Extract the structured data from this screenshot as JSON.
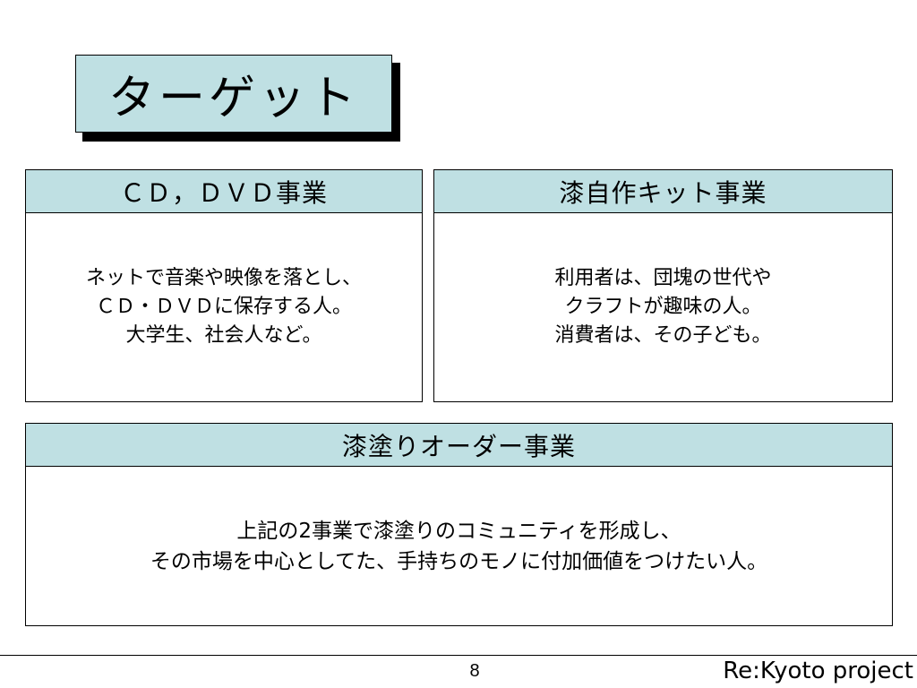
{
  "slide": {
    "title": "ターゲット",
    "page_number": "8",
    "brand": "Re:Kyoto project"
  },
  "panels": {
    "cd_dvd": {
      "header": "ＣＤ，ＤＶＤ事業",
      "lines": [
        "ネットで音楽や映像を落とし、",
        "ＣＤ・ＤＶＤに保存する人。",
        "大学生、社会人など。"
      ]
    },
    "urushi_kit": {
      "header": "漆自作キット事業",
      "lines": [
        "利用者は、団塊の世代や",
        "クラフトが趣味の人。",
        "消費者は、その子ども。"
      ]
    },
    "urushi_order": {
      "header": "漆塗りオーダー事業",
      "lines": [
        "上記の2事業で漆塗りのコミュニティを形成し、",
        "その市場を中心としてた、手持ちのモノに付加価値をつけたい人。"
      ]
    }
  },
  "colors": {
    "header_fill": "#bfe0e3",
    "border": "#000000",
    "background": "#ffffff"
  }
}
